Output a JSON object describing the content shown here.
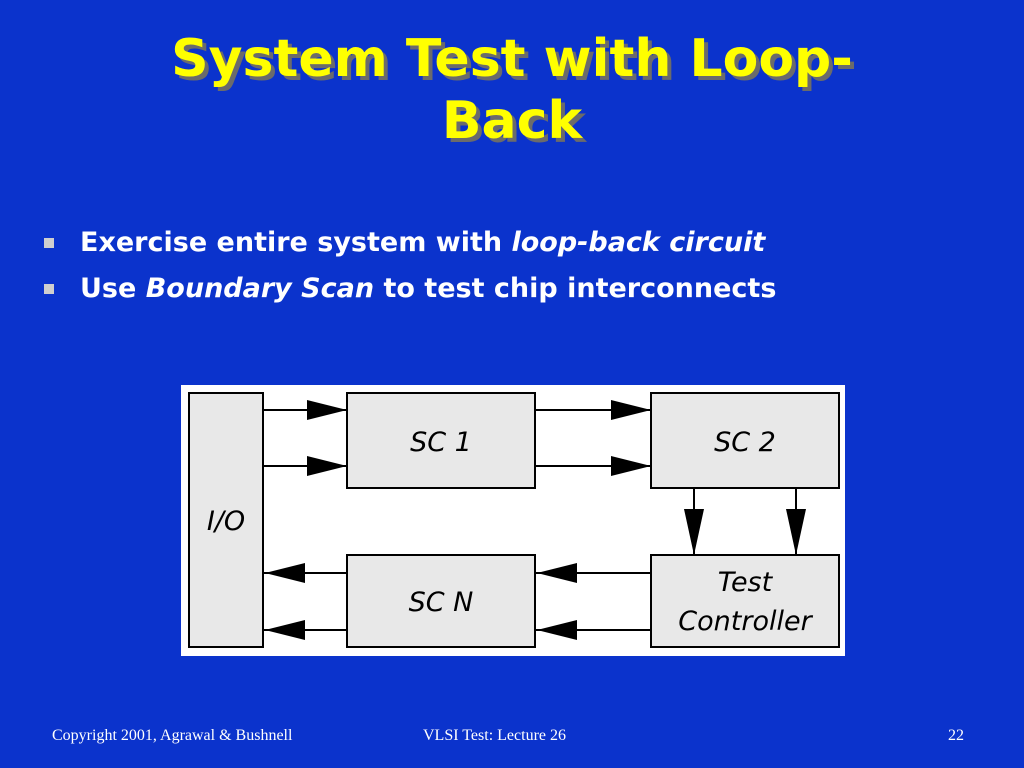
{
  "slide": {
    "title_lines": [
      "System Test with Loop-",
      "Back"
    ],
    "bullets": [
      {
        "text_before": "Exercise entire system with ",
        "emphasis": "loop-back circuit",
        "text_after": ""
      },
      {
        "text_before": "Use ",
        "emphasis": "Boundary Scan",
        "text_after": " to test chip interconnects"
      }
    ]
  },
  "diagram": {
    "blocks": {
      "io": "I/O",
      "sc1": "SC 1",
      "sc2": "SC 2",
      "scn": "SC N",
      "controller_line1": "Test",
      "controller_line2": "Controller"
    }
  },
  "footer": {
    "copyright": "Copyright 2001, Agrawal & Bushnell",
    "lecture": "VLSI Test: Lecture 26",
    "page_number": "22"
  },
  "colors": {
    "background": "#0b33cc",
    "title": "#ffff00",
    "title_shadow": "#6b6b6b",
    "block_fill": "#e8e8e8",
    "text": "#ffffff"
  }
}
